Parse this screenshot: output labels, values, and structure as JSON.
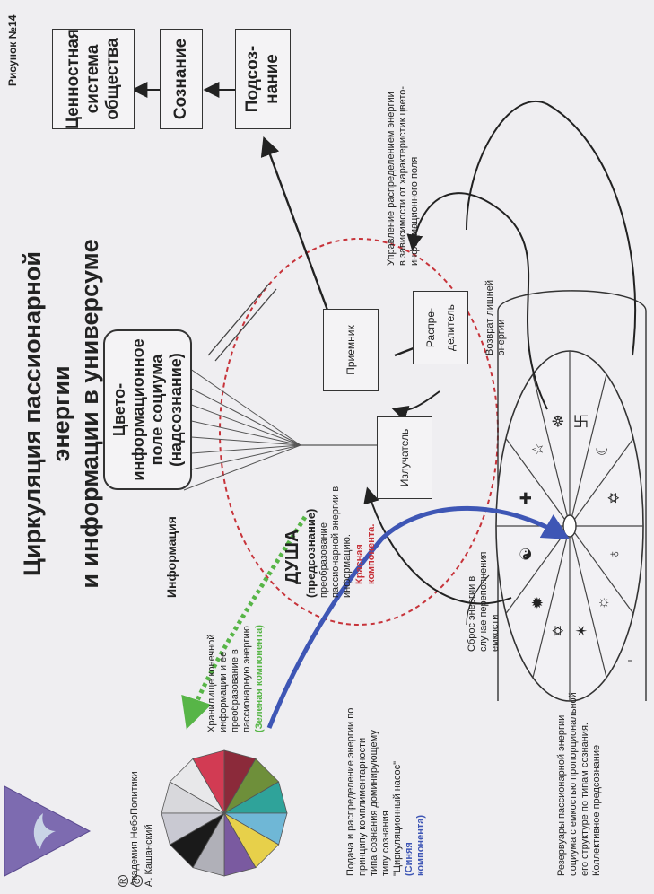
{
  "figure_label": "Рисунок №14",
  "title": "Циркуляция пассионарной энергии\nи информации в универсуме",
  "boxes": {
    "values": "Ценностная\nсистема\nобщества",
    "consciousness": "Сознание",
    "subconscious": "Подсоз-\nнание"
  },
  "field": "Цвето-\nинформационное\nполе социума\n(надсознание)",
  "information": "Информация",
  "soul_title": "ДУША",
  "soul_sub": "(предсознание)",
  "soul_desc": "преобразование\nпассионарной энергии в\nинформацию.",
  "soul_red": "Красная\nкомпонента.",
  "emitter": "Излучатель",
  "receiver": "Приемник",
  "distributor": "Распре-\nделитель",
  "control": "Управление распределением энергии\nв зависимости от характеристик цвето-\nинформационного поля",
  "return": "Возврат лишней\nэнергии",
  "storage": "Хранилище конечной\nинформации и ее\nпреобразование в\nпассионарную энергию",
  "storage_green": "(Зеленая компонента)",
  "supply": "Подача и распределение энергии по\nпринципу комплиментарности\nтипа сознания доминирующему\nтипу сознания\n\"Циркуляционный насос\"",
  "supply_blue": "(Синяя\nкомпонента)",
  "overflow": "Сброс энергии в\nслучае переполнения\nемкости",
  "reservoirs": "Резервуары пассионарной энергии\nсоциума с емкостью пропорциональной\nего структуре по типам сознания.\nКоллективное предсознание",
  "credits": {
    "academy_mark": "R",
    "academy": "Академия НебоПолитики",
    "author_mark": "C",
    "author": "А. Кашанский"
  },
  "symbols": [
    "卐",
    "☾",
    "✡",
    "♁",
    "☼",
    "✶",
    "✡",
    "✹",
    "☯",
    "✚",
    "☆",
    "☸"
  ],
  "colors": {
    "wheel": [
      "#d8d8dc",
      "#e8e8ea",
      "#d23b53",
      "#8b2a3a",
      "#6e8f3a",
      "#2fa39a",
      "#6fb7d6",
      "#e7d04a",
      "#7a5aa0",
      "#b0b0b8",
      "#1a1a1a",
      "#c9c9d2"
    ],
    "blue_arrow": "#3e56b5",
    "green_arrow": "#57b547",
    "red_dash": "#c7333a",
    "triangle": "#7d6bb0"
  }
}
